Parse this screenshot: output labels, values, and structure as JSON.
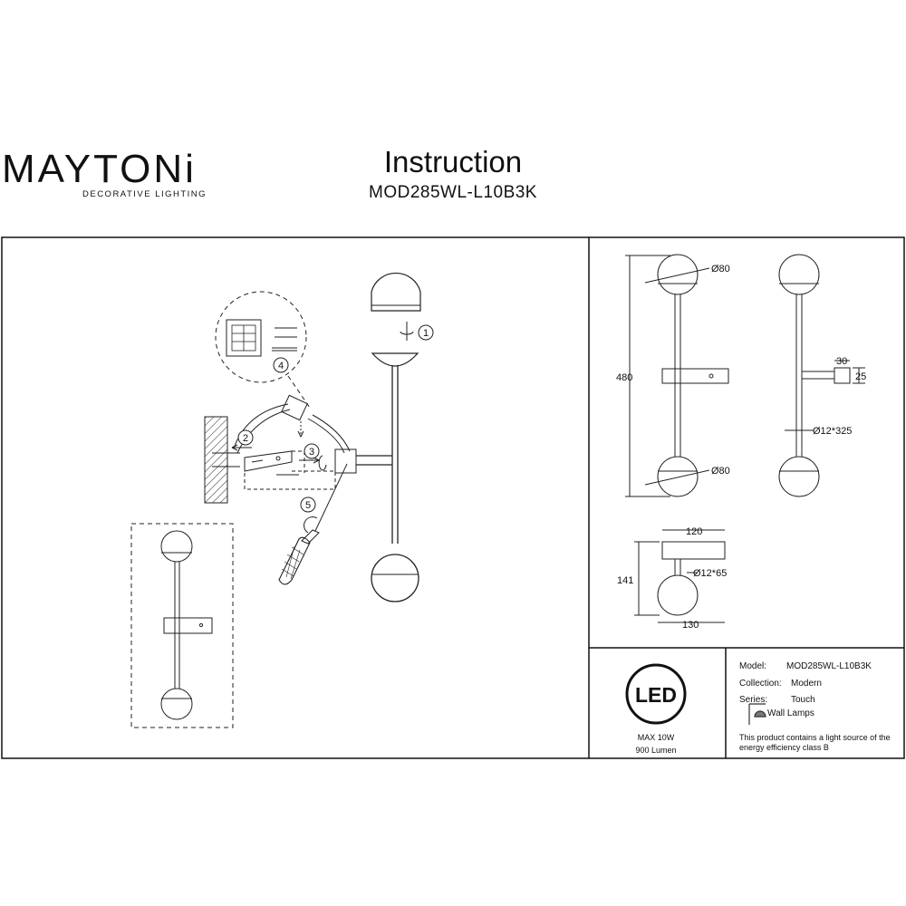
{
  "header": {
    "brand": "MAYTONi",
    "brand_sub": "DECORATIVE LIGHTING",
    "title": "Instruction",
    "model_code": "MOD285WL-L10B3K"
  },
  "assembly": {
    "steps": [
      "1",
      "2",
      "3",
      "4",
      "5"
    ]
  },
  "dimensions": {
    "height": "480",
    "shade_diameter_top": "Ø80",
    "shade_diameter_bottom": "Ø80",
    "rod": "Ø12*325",
    "base_length": "30",
    "base_height": "25",
    "plate_width": "120",
    "depth": "141",
    "tube": "Ø12*65",
    "shade_width": "130"
  },
  "specs": {
    "model_label": "Model:",
    "model_value": "MOD285WL-L10B3K",
    "collection_label": "Collection:",
    "collection_value": "Modern",
    "series_label": "Series:",
    "series_value": "Touch",
    "type_value": "Wall Lamps",
    "energy_note": "This product contains a light source of the energy efficiency class B"
  },
  "led": {
    "badge": "LED",
    "power": "MAX 10W",
    "lumen": "900 Lumen"
  }
}
